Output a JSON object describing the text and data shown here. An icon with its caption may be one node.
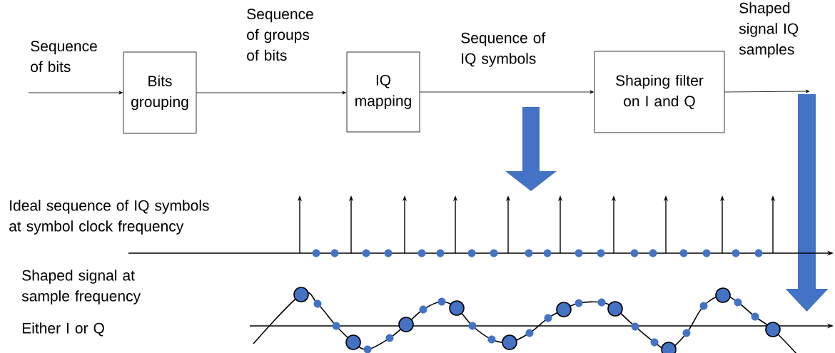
{
  "diagram": {
    "nodes": [
      {
        "text": [
          "Bits grouping"
        ]
      },
      {
        "text": [
          "IQ mapping"
        ]
      },
      {
        "text": [
          "Shaping filter on I and Q"
        ]
      }
    ],
    "edges": [
      {
        "from": null,
        "to": 0,
        "arrow": "to",
        "label": "Sequence of bits"
      },
      {
        "from": 0,
        "to": 1,
        "arrow": "to",
        "label": "Sequence of groups of bits"
      },
      {
        "from": 1,
        "to": 2,
        "arrow": "to",
        "label": "Sequence of IQ symbols"
      },
      {
        "from": 2,
        "to": null,
        "arrow": "to",
        "label": "Shaped signal IQ samples"
      }
    ],
    "labels": [
      "Ideal sequence of IQ symbols at symbol clock frequency",
      "Shaped signal at sample frequency",
      "Either I or Q"
    ]
  }
}
